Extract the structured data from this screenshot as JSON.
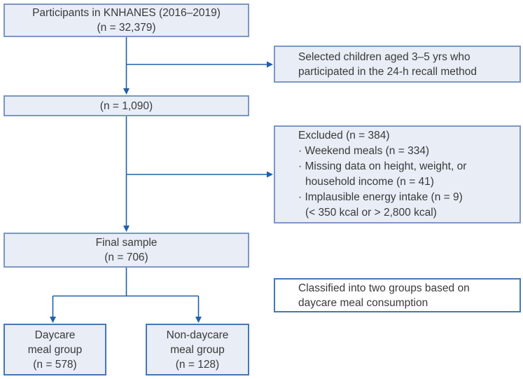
{
  "diagram": {
    "type": "flowchart",
    "boxes": {
      "participants": {
        "lines": [
          "Participants in KNHANES (2016–2019)",
          "(n = 32,379)"
        ]
      },
      "selected": {
        "lines": [
          "Selected children aged 3–5 yrs who",
          "participated in the 24-h recall method"
        ]
      },
      "n1090": {
        "lines": [
          "(n = 1,090)"
        ]
      },
      "excluded": {
        "lines": [
          "Excluded (n = 384)",
          "· Weekend meals (n = 334)",
          "· Missing data on height, weight, or",
          "household income (n = 41)",
          "· Implausible energy intake (n = 9)",
          "(< 350 kcal or > 2,800 kcal)"
        ]
      },
      "final_sample": {
        "lines": [
          "Final sample",
          "(n = 706)"
        ]
      },
      "classified": {
        "lines": [
          "Classified into two groups based on",
          "daycare meal consumption"
        ]
      },
      "daycare": {
        "lines": [
          "Daycare",
          "meal group",
          "(n = 578)"
        ]
      },
      "nondaycare": {
        "lines": [
          "Non-daycare",
          "meal group",
          "(n = 128)"
        ]
      }
    },
    "colors": {
      "box_fill": "#e8edf6",
      "box_border": "#7b97c4",
      "accent_border": "#4577b6",
      "connector": "#2160a8",
      "text": "#3a3a3a",
      "background": "#ffffff"
    }
  }
}
